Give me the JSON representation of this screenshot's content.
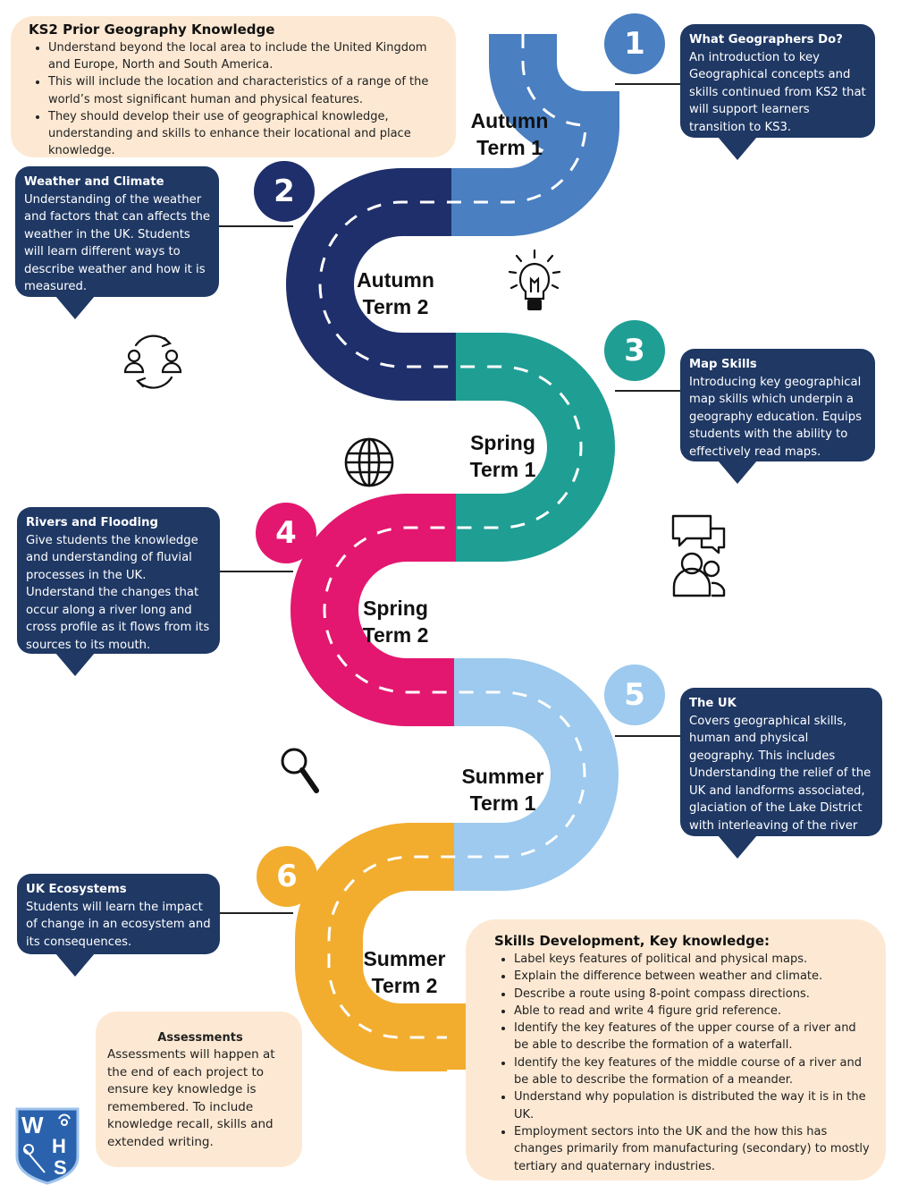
{
  "ks2": {
    "title": "KS2 Prior Geography Knowledge",
    "bullets": [
      "Understand beyond the local area to include the United Kingdom and Europe, North and South America.",
      "This will include the location and characteristics of a range of the world’s most significant human and physical features.",
      "They should develop their use of geographical knowledge, understanding and skills to enhance their locational and place knowledge."
    ]
  },
  "terms": [
    {
      "num": "1",
      "label": "Autumn Term 1",
      "title": "What Geographers Do?",
      "text": "An introduction to key Geographical concepts and skills continued from KS2 that will support learners transition to KS3.",
      "color": "#4a7fc1"
    },
    {
      "num": "2",
      "label": "Autumn Term 2",
      "title": "Weather and Climate",
      "text": "Understanding of the weather and factors that can affects the weather in the UK. Students will learn different ways to describe weather and how it is measured.",
      "color": "#1f2f6b"
    },
    {
      "num": "3",
      "label": "Spring Term 1",
      "title": "Map Skills",
      "text": "Introducing key geographical map skills which underpin a geography education. Equips students with the ability to effectively read maps.",
      "color": "#1f9e94"
    },
    {
      "num": "4",
      "label": "Spring Term 2",
      "title": "Rivers and Flooding",
      "text": "Give students the knowledge and understanding of fluvial processes in the UK. Understand the changes that occur along a river long and cross profile as it flows from its sources to its mouth.",
      "color": "#e3176f"
    },
    {
      "num": "5",
      "label": "Summer Term 1",
      "title": "The UK",
      "text": "Covers geographical skills, human and physical geography. This includes Understanding the relief of the UK and landforms associated, glaciation of the Lake District with interleaving of the river topic and key terms.",
      "color": "#9dcaee"
    },
    {
      "num": "6",
      "label": "Summer Term 2",
      "title": "UK Ecosystems",
      "text": "Students will learn the impact of change in an ecosystem and its consequences.",
      "color": "#f2ad2f"
    }
  ],
  "skills": {
    "title": "Skills Development, Key knowledge:",
    "bullets": [
      "Label keys features of political and physical maps.",
      "Explain the difference between weather and climate.",
      "Describe a route using 8-point compass directions.",
      "Able to read and write 4 figure grid reference.",
      "Identify the key features of the upper course of a river and be able to describe the formation of a waterfall.",
      "Identify the key features of the middle course of a river and be able to describe the formation of a meander.",
      "Understand why population is distributed the way it is in the UK.",
      "Employment sectors into the UK and the how this has changes primarily from manufacturing (secondary) to mostly tertiary and quaternary industries."
    ]
  },
  "assessments": {
    "title": "Assessments",
    "text": "Assessments will happen at the end of each project to ensure key knowledge is remembered. To include knowledge recall, skills and extended writing."
  },
  "logo": {
    "letters": "WHS"
  },
  "icons": [
    "lightbulb-icon",
    "people-exchange-icon",
    "globe-icon",
    "discussion-icon",
    "magnifier-icon"
  ]
}
